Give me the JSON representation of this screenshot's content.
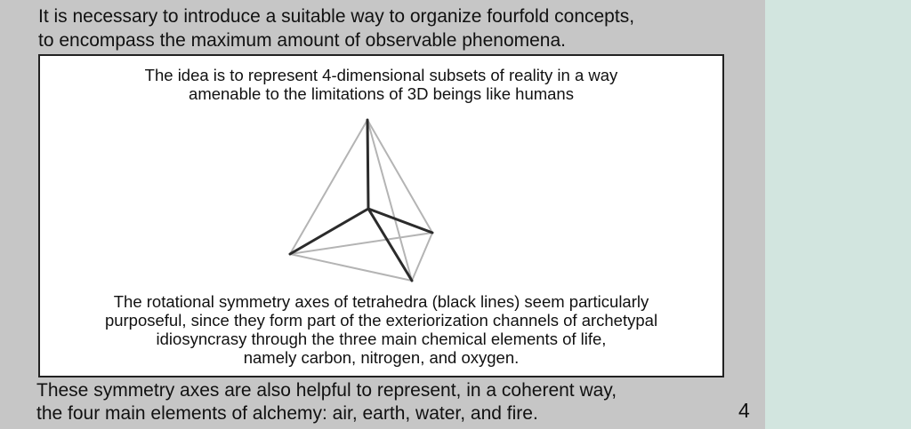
{
  "intro": {
    "lines": [
      "It is necessary to introduce a suitable way to organize fourfold concepts,",
      "to encompass the maximum amount of observable phenomena."
    ]
  },
  "card": {
    "top_caption": [
      "The idea is to represent  4-dimensional subsets of reality in a way",
      "amenable to the limitations of 3D beings like humans"
    ],
    "bottom_caption": [
      "The rotational symmetry axes of tetrahedra (black lines) seem particularly",
      "purposeful, since they form part of the exteriorization channels of archetypal",
      "idiosyncrasy through the three main chemical elements of life,",
      "namely carbon, nitrogen, and oxygen."
    ]
  },
  "outro": {
    "lines": [
      "These symmetry axes are also helpful to represent, in a coherent way,",
      "the four main elements of alchemy: air, earth, water, and fire."
    ]
  },
  "page_number": "4",
  "colors": {
    "background": "#c6c6c6",
    "side_panel": "#d2e5df",
    "edge_gray": "#b4b4b4",
    "axis_black": "#2b2b2b"
  }
}
